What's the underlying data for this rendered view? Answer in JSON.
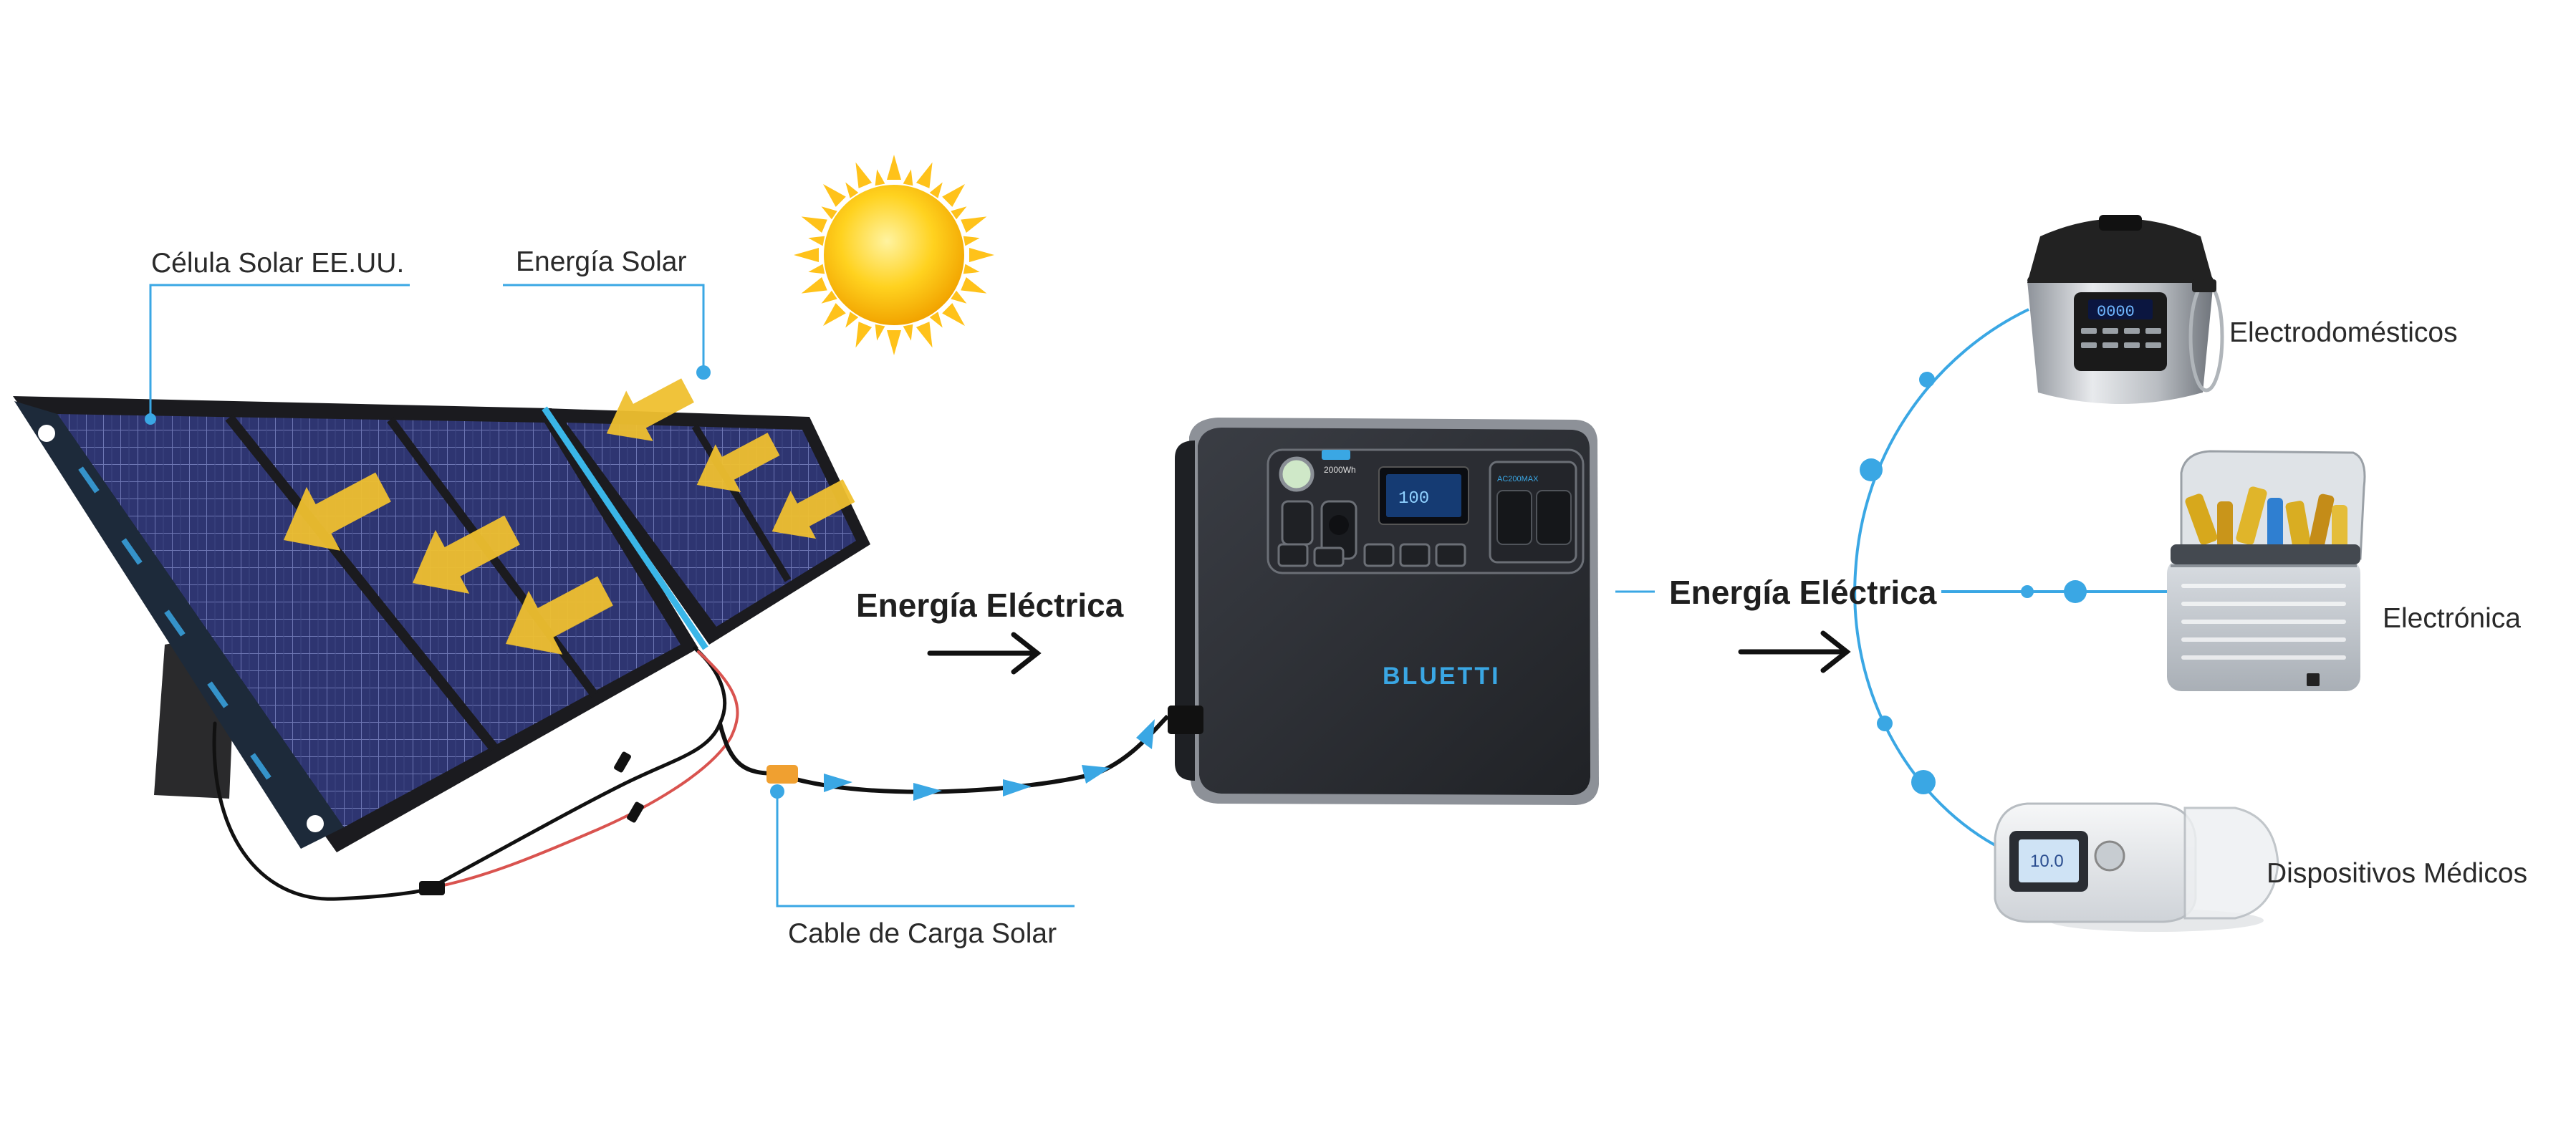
{
  "labels": {
    "solar_cell": "Célula Solar EE.UU.",
    "solar_energy": "Energía Solar",
    "electric_energy_left": "Energía Eléctrica",
    "electric_energy_right": "Energía Eléctrica",
    "charging_cable": "Cable de Carga Solar",
    "appliances": "Electrodomésticos",
    "electronics": "Electrónica",
    "medical_devices": "Dispositivos Médicos"
  },
  "power_station": {
    "brand": "BLUETTI",
    "model_tag": "AC200MAX",
    "capacity": "2000Wh",
    "screen_value": "100"
  },
  "medical_screen": {
    "value": "10.0"
  },
  "cooker_display": {
    "value": "0000"
  },
  "colors": {
    "accent_blue": "#3aa7e4",
    "panel_navy": "#2a3167",
    "panel_frame": "#1b1b1f",
    "arrow_yellow": "#f0c030",
    "sun_yellow": "#ffcf1a",
    "station_body": "#2b2d32",
    "station_frame": "#9a9ea5",
    "arrow_black": "#111111"
  },
  "icons": {
    "sun": "sun-icon",
    "solar_panel": "solar-panel-icon",
    "power_station": "power-station-icon",
    "pressure_cooker": "pressure-cooker-icon",
    "cooler": "cooler-icon",
    "cpap": "cpap-machine-icon"
  }
}
